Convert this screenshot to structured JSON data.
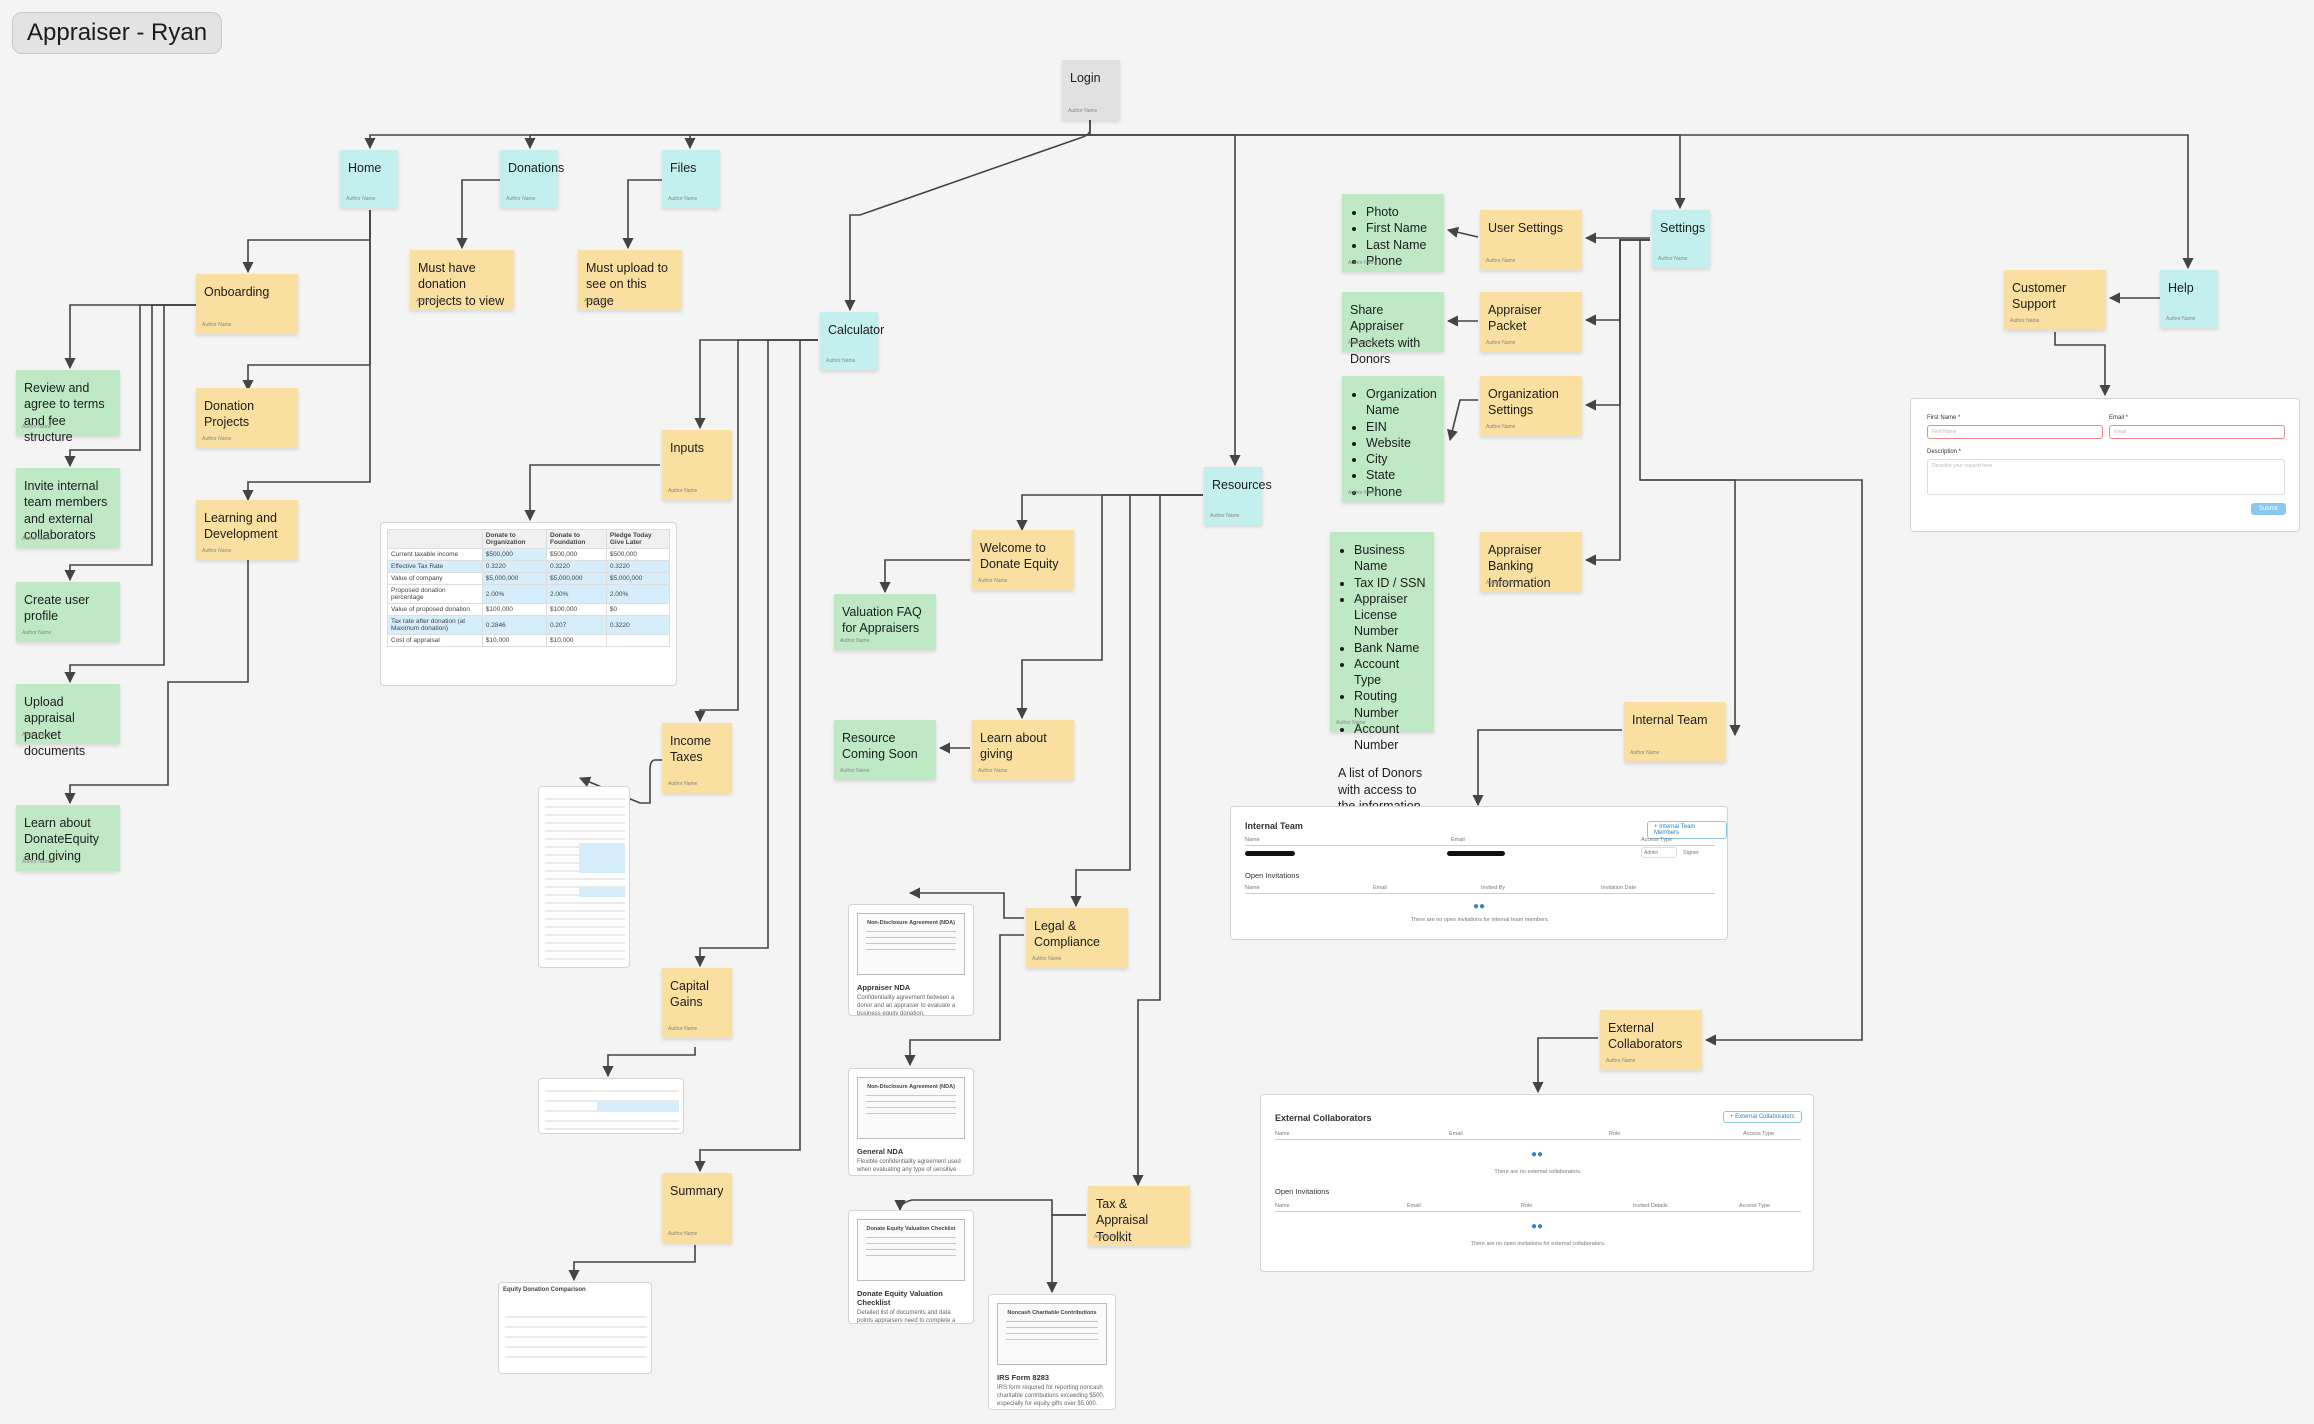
{
  "board": {
    "title": "Appraiser - Ryan"
  },
  "author_tag": "Author Name",
  "nodes": {
    "login": "Login",
    "home": "Home",
    "donations": "Donations",
    "files": "Files",
    "calculator": "Calculator",
    "resources": "Resources",
    "settings": "Settings",
    "help": "Help",
    "onboarding": "Onboarding",
    "donation_projects": "Donation Projects",
    "learning": "Learning and Development",
    "donations_note": "Must have donation projects to view",
    "files_note": "Must upload to see on this page",
    "review_terms": "Review and agree to terms and fee structure",
    "invite_team": "Invite internal team members and external collaborators",
    "create_profile": "Create user profile",
    "upload_packet": "Upload appraisal packet documents",
    "learn_about": "Learn about DonateEquity and giving",
    "inputs": "Inputs",
    "income_taxes": "Income Taxes",
    "capital_gains": "Capital Gains",
    "summary": "Summary",
    "welcome": "Welcome to Donate Equity",
    "valuation_faq": "Valuation FAQ for Appraisers",
    "learn_giving": "Learn about giving",
    "resource_soon": "Resource Coming Soon",
    "legal": "Legal & Compliance",
    "tax_toolkit": "Tax & Appraisal Toolkit",
    "user_settings": "User Settings",
    "appraiser_packet": "Appraiser Packet",
    "org_settings": "Organization Settings",
    "banking": "Appraiser Banking Information",
    "internal_team": "Internal Team",
    "external_collab": "External Collaborators",
    "customer_support": "Customer Support",
    "share_packets": "Share Appraiser Packets with Donors"
  },
  "lists": {
    "user_fields": [
      "Photo",
      "First Name",
      "Last Name",
      "Phone"
    ],
    "org_fields": [
      "Organization Name",
      "EIN",
      "Website",
      "City",
      "State",
      "Phone"
    ],
    "bank_fields": [
      "Business Name",
      "Tax ID / SSN",
      "Appraiser License Number",
      "Bank Name",
      "Account Type",
      "Routing Number",
      "Account Number"
    ],
    "bank_note": "A list of Donors with access to the information"
  },
  "calc_table": {
    "headers": [
      "",
      "Donate to Organization",
      "Donate to Foundation",
      "Pledge Today Give Later"
    ],
    "rows": [
      [
        "Current taxable income",
        "$500,000",
        "$500,000",
        "$500,000"
      ],
      [
        "Effective Tax Rate",
        "0.3220",
        "0.3220",
        "0.3220"
      ],
      [
        "Value of company",
        "$5,000,000",
        "$5,000,000",
        "$5,000,000"
      ],
      [
        "Proposed donation percentage",
        "2.00%",
        "2.00%",
        "2.00%"
      ],
      [
        "Value of proposed donation",
        "$100,000",
        "$100,000",
        "$0"
      ],
      [
        "Tax rate after donation (at Maximum donation)",
        "0.2846",
        "0.207",
        "0.3220"
      ],
      [
        "Cost of appraisal",
        "$10,000",
        "$10,000",
        ""
      ]
    ]
  },
  "docs": {
    "nda_title": "Appraiser NDA",
    "nda_desc": "Confidentiality agreement between a donor and an appraiser to evaluate a business equity donation.",
    "nda_paper": "Non-Disclosure Agreement (NDA)",
    "gnda_title": "General NDA",
    "gnda_desc": "Flexible confidentiality agreement used when evaluating any type of sensitive business relationship.",
    "checklist_title": "Donate Equity Valuation Checklist",
    "checklist_desc": "Detailed list of documents and data points appraisers need to complete a compliant valuation for early-stage equity donations.",
    "checklist_paper": "Donate Equity Valuation Checklist",
    "irs_title": "IRS Form 8283",
    "irs_desc": "IRS form required for reporting noncash charitable contributions exceeding $500, especially for equity gifts over $5,000.",
    "irs_paper": "Noncash Charitable Contributions",
    "summary_title": "Equity Donation Comparison"
  },
  "internal_panel": {
    "title": "Internal Team",
    "button": "+ Internal Team Members",
    "cols": [
      "Name",
      "Email",
      "Access Type"
    ],
    "role": "Admin",
    "checkbox": "Signer",
    "open_inv": "Open Invitations",
    "inv_cols": [
      "Name",
      "Email",
      "Invited By",
      "Invitation Date"
    ],
    "empty": "There are no open invitations for internal team members."
  },
  "external_panel": {
    "title": "External Collaborators",
    "button": "+ External Collaborators",
    "cols": [
      "Name",
      "Email",
      "Role",
      "Access Type"
    ],
    "empty": "There are no external collaborators.",
    "open_inv": "Open Invitations",
    "inv_cols": [
      "Name",
      "Email",
      "Role",
      "Invited Details",
      "Access Type"
    ],
    "inv_empty": "There are no open invitations for external collaborators."
  },
  "support_form": {
    "first_label": "First Name *",
    "first_ph": "First Name",
    "email_label": "Email *",
    "email_ph": "Email",
    "desc_label": "Description *",
    "desc_ph": "Describe your request here",
    "submit": "Submit"
  }
}
